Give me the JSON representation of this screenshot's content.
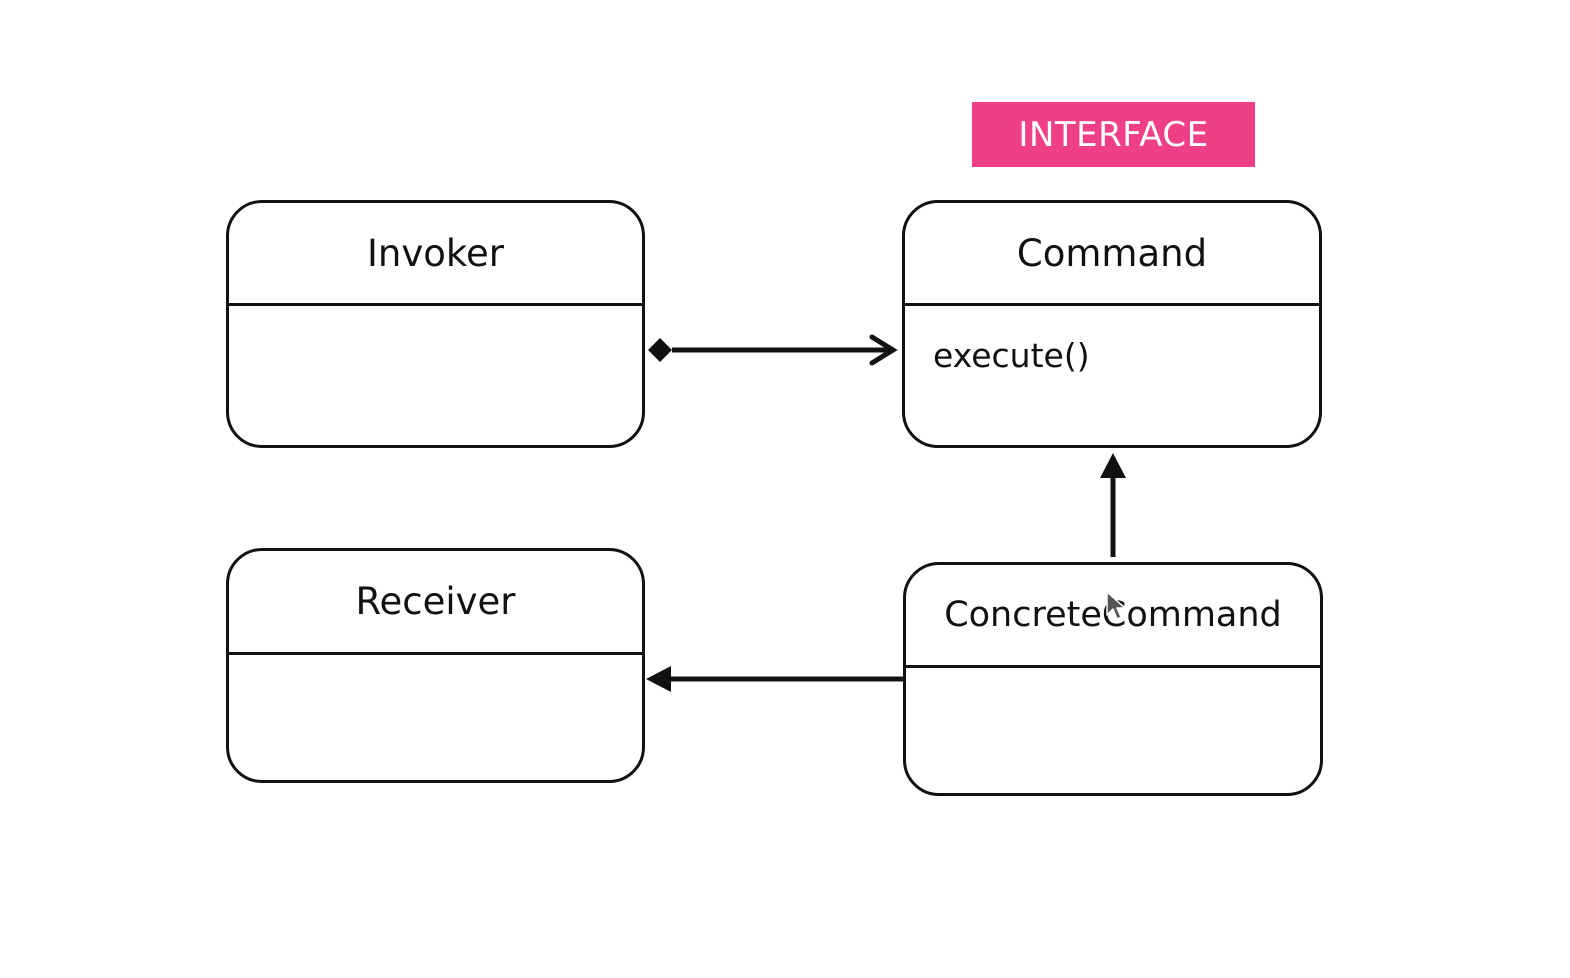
{
  "stereotype": {
    "label": "INTERFACE"
  },
  "classes": {
    "invoker": {
      "name": "Invoker",
      "members": []
    },
    "command": {
      "name": "Command",
      "members": [
        "execute()"
      ]
    },
    "receiver": {
      "name": "Receiver",
      "members": []
    },
    "concrete_command": {
      "name": "ConcreteCommand",
      "members": []
    }
  },
  "relations": [
    {
      "from": "Invoker",
      "to": "Command",
      "type": "composition"
    },
    {
      "from": "ConcreteCommand",
      "to": "Command",
      "type": "implements"
    },
    {
      "from": "ConcreteCommand",
      "to": "Receiver",
      "type": "association"
    }
  ],
  "colors": {
    "stereotype_bg": "#ef3f86",
    "stroke": "#111111",
    "background": "#ffffff"
  },
  "icons": {
    "cursor": "mouse-pointer-icon"
  }
}
